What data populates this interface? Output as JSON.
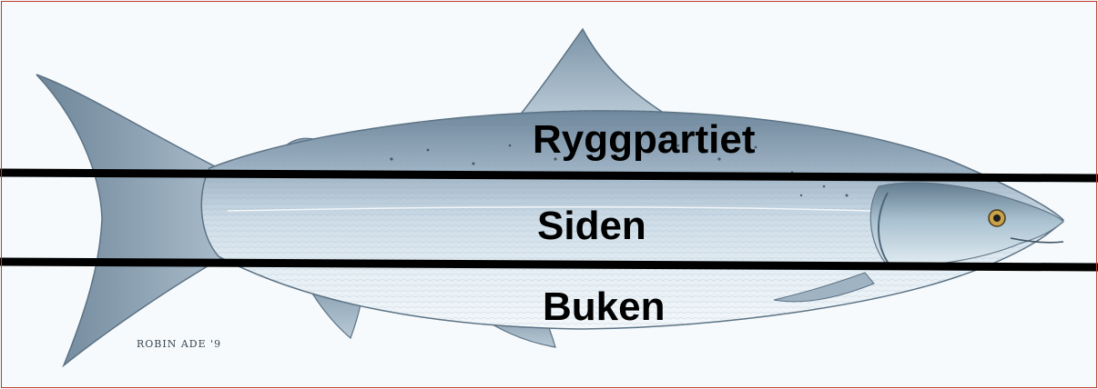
{
  "labels": {
    "top": "Ryggpartiet",
    "middle": "Siden",
    "bottom": "Buken"
  },
  "signature": "ROBIN ADE '9",
  "colors": {
    "background": "#f6fafc",
    "back": "#7d93a6",
    "side": "#c5d6e2",
    "belly": "#eaf2f7",
    "fin": "#8fa6b8",
    "line": "#000000",
    "frame": "#c0392b"
  }
}
